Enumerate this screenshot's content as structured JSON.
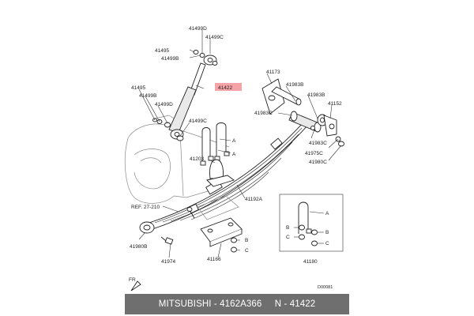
{
  "diagram": {
    "labels": {
      "l41499d_top": "41499D",
      "l41499c_top": "41499C",
      "l41495_top": "41495",
      "l41499b_top": "41499B",
      "l41422": "41422",
      "l41495_left": "41495",
      "l41499b_left": "41499B",
      "l41499d_left": "41499D",
      "l41499c_mid": "41499C",
      "a_upper": "A",
      "a_upper2": "A",
      "l41203": "41203",
      "l41173": "41173",
      "l41983b_1": "41983B",
      "l41983b_2": "41983B",
      "l41152": "41152",
      "l41983c_1": "41983C",
      "l41983c_2": "41983C",
      "l41975c": "41975C",
      "l41980c": "41980C",
      "l41192a": "41192A",
      "ref": "REF. 27-210",
      "l41980b": "41980B",
      "l41974": "41974",
      "b_mid": "B",
      "c_mid": "C",
      "l41166": "41166",
      "box_a": "A",
      "box_b1": "B",
      "box_c1": "C",
      "box_b2": "B",
      "box_c2": "C",
      "l41180": "41180",
      "fr": "FR",
      "code": "D00081"
    },
    "highlight_color": "#f6a3a8"
  },
  "footer": {
    "text": "MITSUBISHI - 4162A366     N - 41422"
  }
}
